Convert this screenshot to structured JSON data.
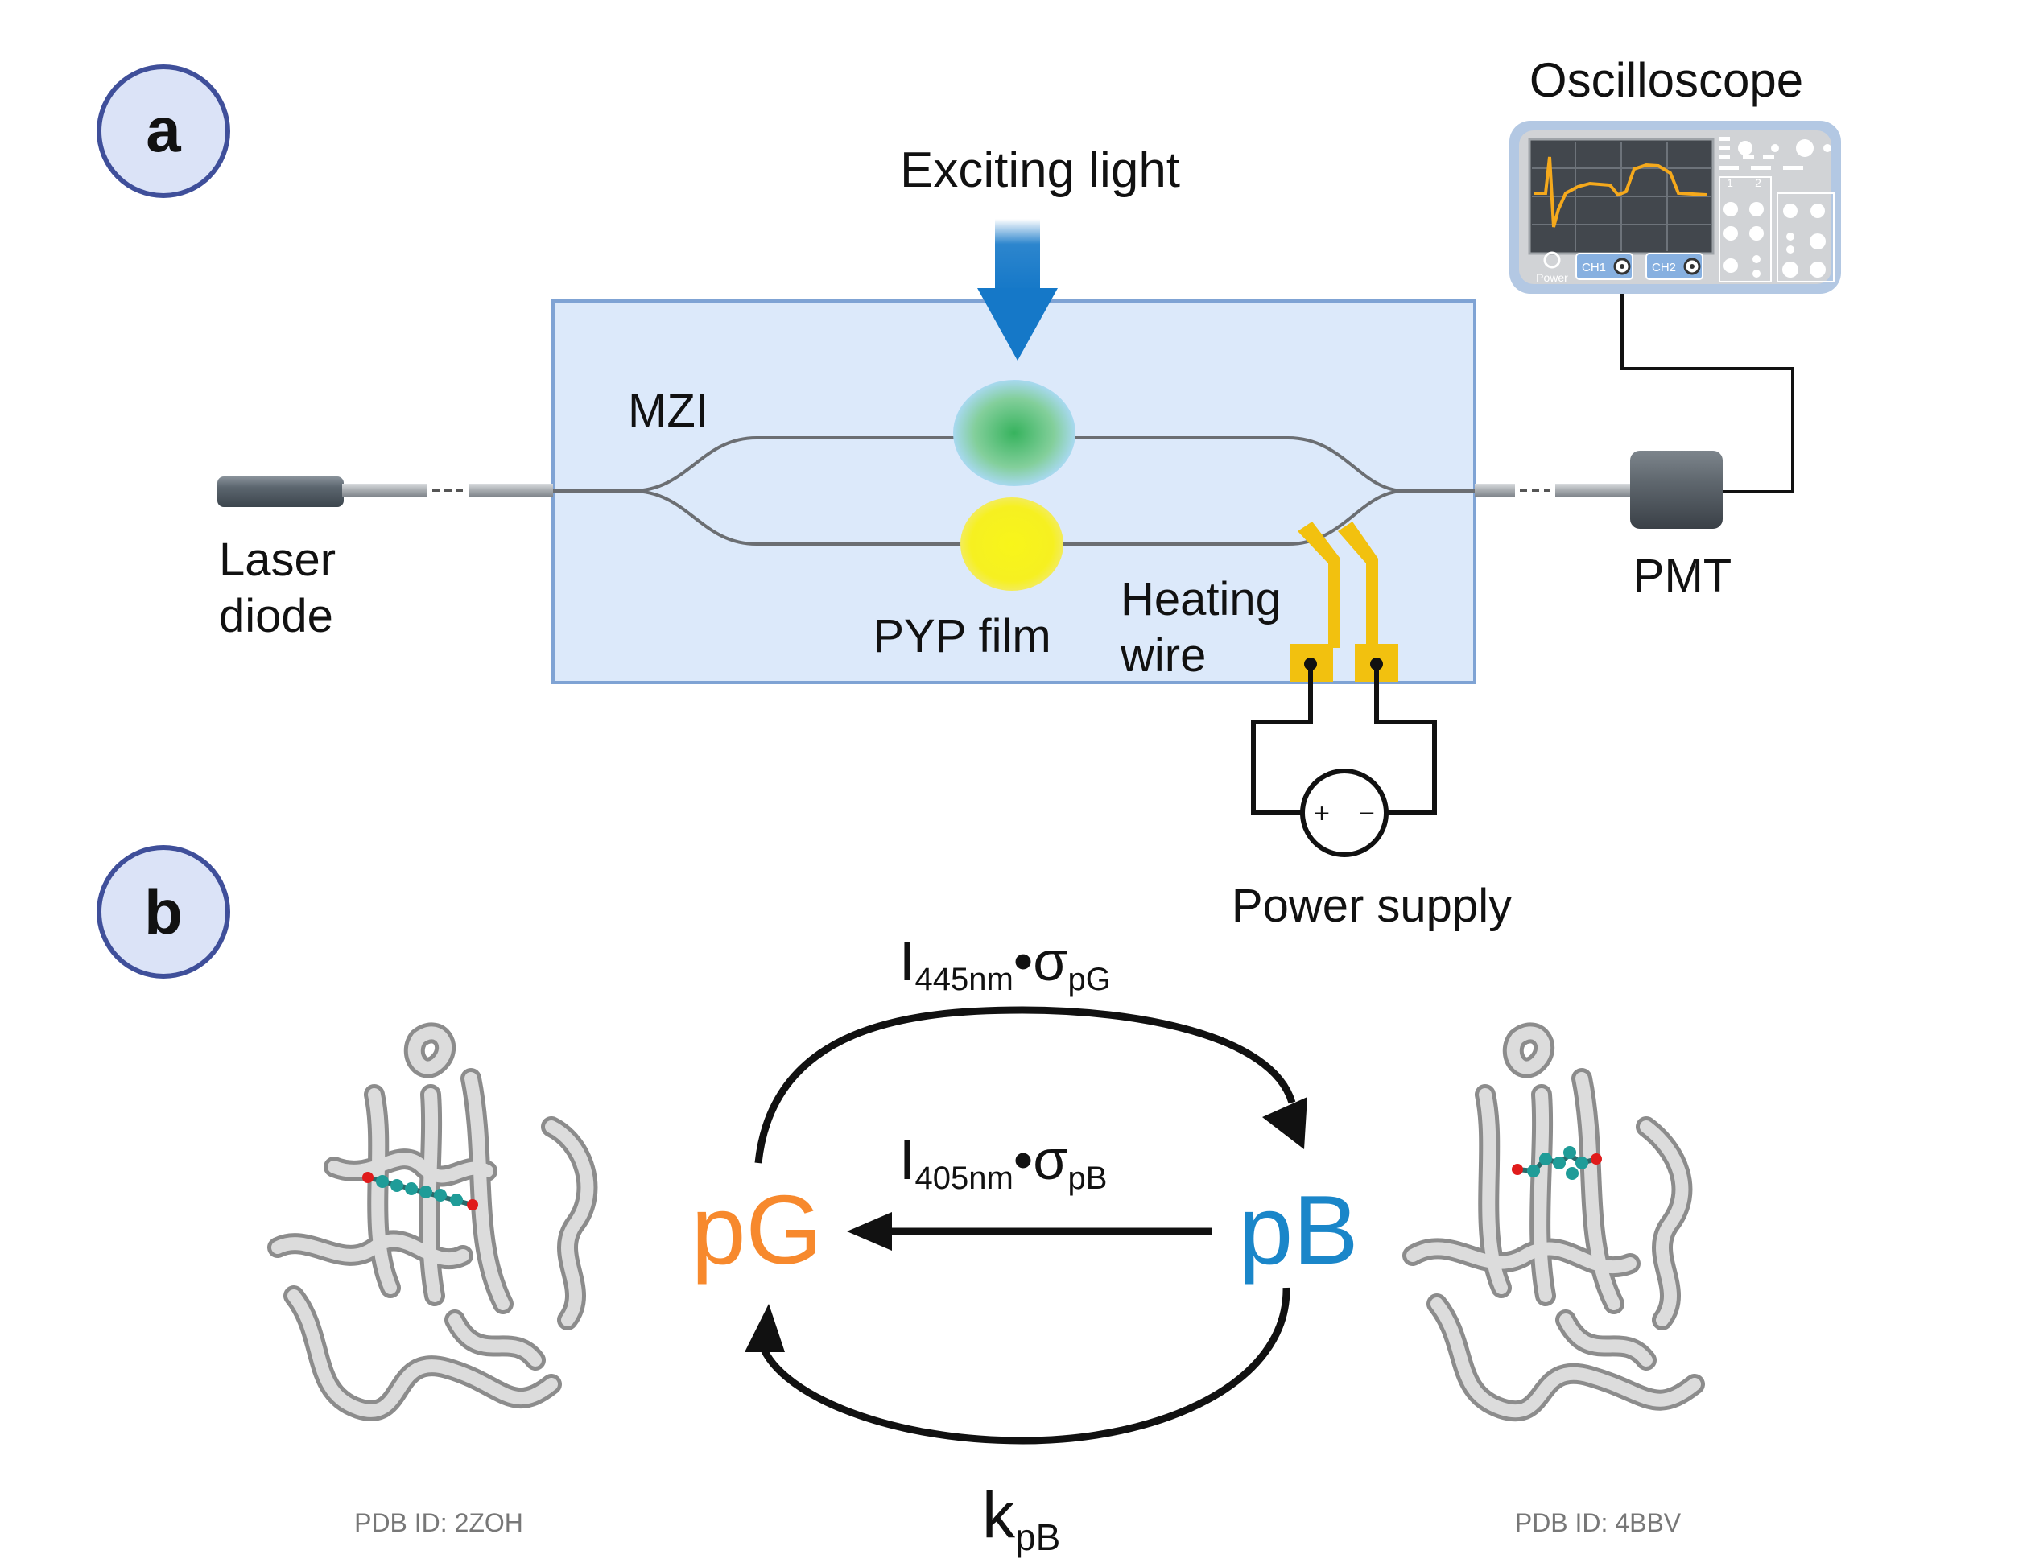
{
  "panel_a": {
    "letter": "a",
    "exciting_light": "Exciting light",
    "mzi": "MZI",
    "laser_line1": "Laser",
    "laser_line2": "diode",
    "pyp_film": "PYP film",
    "heating_line1": "Heating",
    "heating_line2": "wire",
    "pmt": "PMT",
    "oscilloscope": "Oscilloscope",
    "power_supply": "Power supply",
    "osc_power_label": "Power",
    "osc_ch1": "CH1",
    "osc_ch2": "CH2",
    "osc_key1": "1",
    "osc_key2": "2",
    "plus": "+",
    "minus": "−"
  },
  "panel_b": {
    "letter": "b",
    "pg": "pG",
    "pb": "pB",
    "top_rate": {
      "I": "I",
      "sub": "445nm",
      "dot": "•",
      "sigma": "σ",
      "sigma_sub": "pG"
    },
    "mid_rate": {
      "I": "I",
      "sub": "405nm",
      "dot": "•",
      "sigma": "σ",
      "sigma_sub": "pB"
    },
    "bottom_rate": {
      "k": "k",
      "sub": "pB"
    },
    "pdb_left": "PDB ID: 2ZOH",
    "pdb_right": "PDB ID: 4BBV"
  },
  "colors": {
    "pg_orange": "#f7892d",
    "pb_blue": "#1a86c9",
    "badge_fill": "#dbe3f7",
    "badge_stroke": "#3f4f9a",
    "chip_fill": "#dce9fa",
    "chip_stroke": "#7fa3d4",
    "heater_yellow": "#f2c10f",
    "arrow_blue": "#1578c8",
    "film_yellow": "#f7f21a",
    "film_green": "#3fb76a"
  }
}
